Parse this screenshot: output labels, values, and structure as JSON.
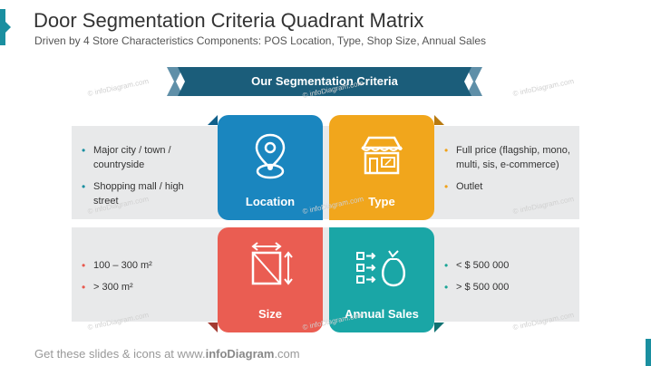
{
  "slide": {
    "title": "Door Segmentation Criteria Quadrant Matrix",
    "subtitle": "Driven by 4 Store Characteristics Components: POS Location, Type, Shop Size, Annual Sales",
    "banner": "Our Segmentation Criteria",
    "footer_prefix": "Get these slides & icons at www.",
    "footer_brand": "infoDiagram",
    "footer_suffix": ".com",
    "watermark": "© infoDiagram.com"
  },
  "quadrants": {
    "location": {
      "label": "Location",
      "icon": "map-pin-icon",
      "color": "#1a86bf",
      "bullets": [
        "Major city / town / countryside",
        "Shopping mall / high street"
      ]
    },
    "type": {
      "label": "Type",
      "icon": "store-icon",
      "color": "#f1a61c",
      "bullets": [
        "Full price (flagship, mono, multi, sis, e-commerce)",
        "Outlet"
      ]
    },
    "size": {
      "label": "Size",
      "icon": "resize-square-icon",
      "color": "#ea5d52",
      "bullets": [
        "100 – 300 m²",
        "> 300 m²"
      ]
    },
    "sales": {
      "label": "Annual Sales",
      "icon": "money-bag-list-icon",
      "color": "#1aa6a6",
      "bullets": [
        "< $ 500 000",
        "> $ 500 000"
      ]
    }
  },
  "colors": {
    "banner": "#1b5d7a",
    "banner_tail": "#5f8fa8",
    "band": "#e8e9ea"
  }
}
